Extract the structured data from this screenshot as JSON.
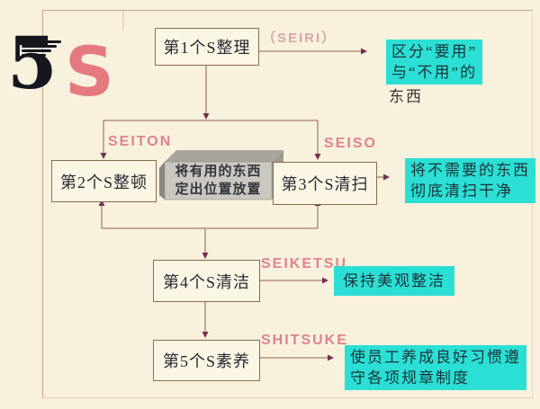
{
  "logo": {
    "five": "5",
    "s": "S"
  },
  "nodes": [
    {
      "label": "第1个S整理",
      "romaji": "（SEIRI）"
    },
    {
      "label": "第2个S整顿",
      "romaji": "SEITON"
    },
    {
      "label": "第3个S清扫",
      "romaji": "SEISO"
    },
    {
      "label": "第4个S清洁",
      "romaji": "SEIKETSU"
    },
    {
      "label": "第5个S素养",
      "romaji": "SHITSUKE"
    }
  ],
  "center_note": {
    "line1": "将有用的东西",
    "line2": "定出位置放置"
  },
  "annotations": [
    {
      "line1": "区分“要用”",
      "line2": "与“不用”的",
      "plain": "东西"
    },
    {
      "line1": "将不需要的东西",
      "line2": "彻底清扫干净"
    },
    {
      "line1": "保持美观整洁"
    },
    {
      "line1": "使员工养成良好习惯遵",
      "line2": "守各项规章制度"
    }
  ],
  "colors": {
    "background": "#f7f1dd",
    "highlight_cyan": "#2bdfd5",
    "romaji_pink": "#e0838b",
    "logo_s_pink": "#e4797f",
    "logo_five_navy": "#16161f",
    "connector_line": "#aa7e6e",
    "arrowhead": "#73304f",
    "box_border": "#8d6a52"
  }
}
